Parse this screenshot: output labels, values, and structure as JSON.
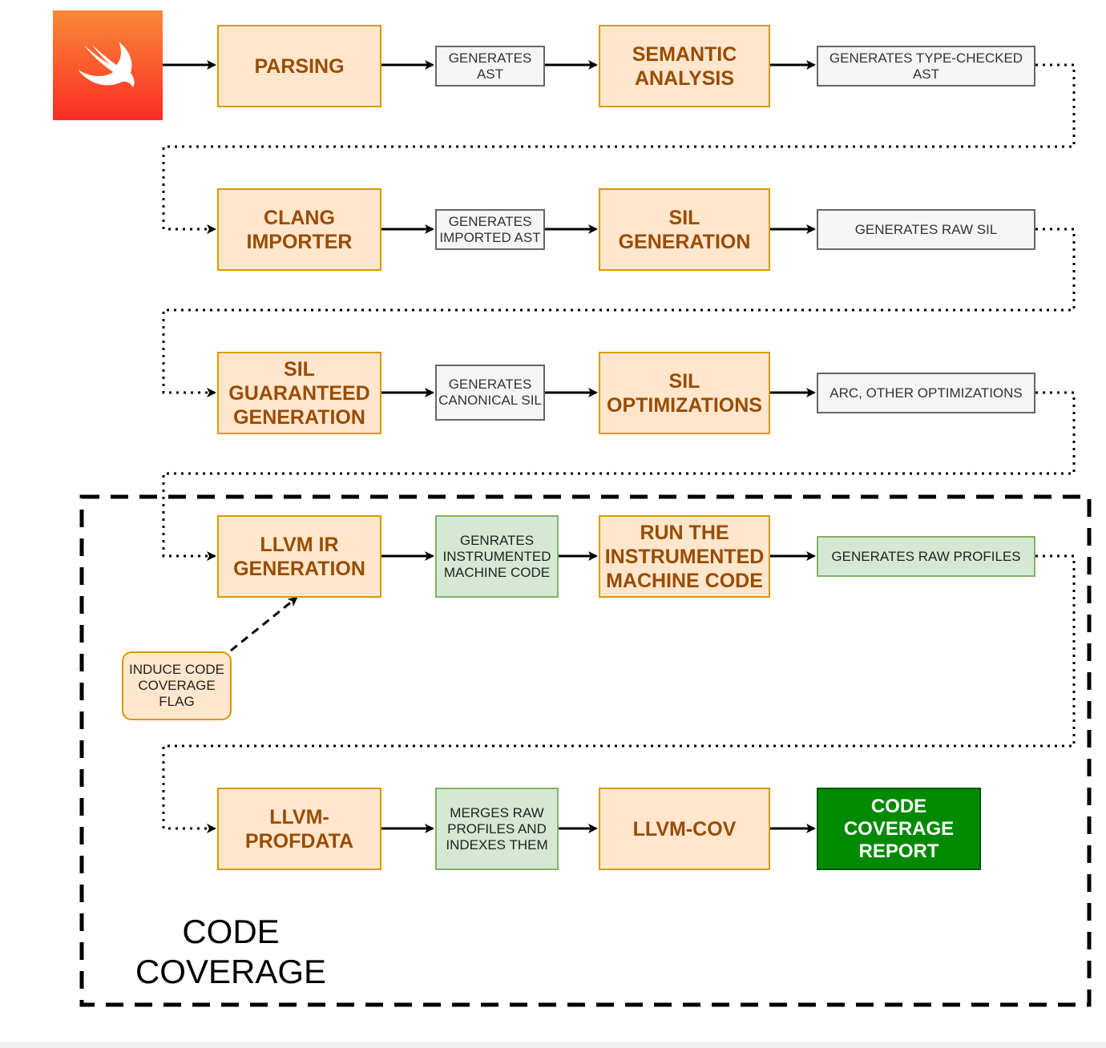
{
  "logo": {
    "icon": "swift-logo-icon",
    "gradient_top": "#f88a36",
    "gradient_bottom": "#fd2c25"
  },
  "row1": {
    "parsing": "PARSING",
    "generates_ast": "GENERATES\nAST",
    "semantic_analysis": "SEMANTIC\nANALYSIS",
    "generates_type_checked_ast": "GENERATES TYPE-CHECKED\nAST"
  },
  "row2": {
    "clang_importer": "CLANG\nIMPORTER",
    "generates_imported_ast": "GENERATES\nIMPORTED AST",
    "sil_generation": "SIL\nGENERATION",
    "generates_raw_sil": "GENERATES RAW SIL"
  },
  "row3": {
    "sil_guaranteed_generation": "SIL\nGUARANTEED\nGENERATION",
    "generates_canonical_sil": "GENERATES\nCANONICAL SIL",
    "sil_optimizations": "SIL\nOPTIMIZATIONS",
    "arc_other_optimizations": "ARC, OTHER OPTIMIZATIONS"
  },
  "row4": {
    "llvm_ir_generation": "LLVM IR\nGENERATION",
    "genrates_instrumented_machine_code": "GENRATES\nINSTRUMENTED\nMACHINE CODE",
    "run_instrumented_machine_code": "RUN THE\nINSTRUMENTED\nMACHINE CODE",
    "generates_raw_profiles": "GENERATES RAW PROFILES"
  },
  "induce_flag": "INDUCE CODE\nCOVERAGE\nFLAG",
  "row5": {
    "llvm_profdata": "LLVM-\nPROFDATA",
    "merges_raw_profiles": "MERGES RAW\nPROFILES AND\nINDEXES THEM",
    "llvm_cov": "LLVM-COV",
    "code_coverage_report": "CODE\nCOVERAGE\nREPORT"
  },
  "group_label": "CODE\nCOVERAGE",
  "colors": {
    "stage_fill": "#ffe6cc",
    "stage_stroke": "#d79b00",
    "stage_text": "#994c00",
    "output_fill": "#f5f5f5",
    "output_stroke": "#666666",
    "green_fill": "#d5e8d4",
    "green_stroke": "#82b366",
    "final_fill": "#008a00"
  }
}
